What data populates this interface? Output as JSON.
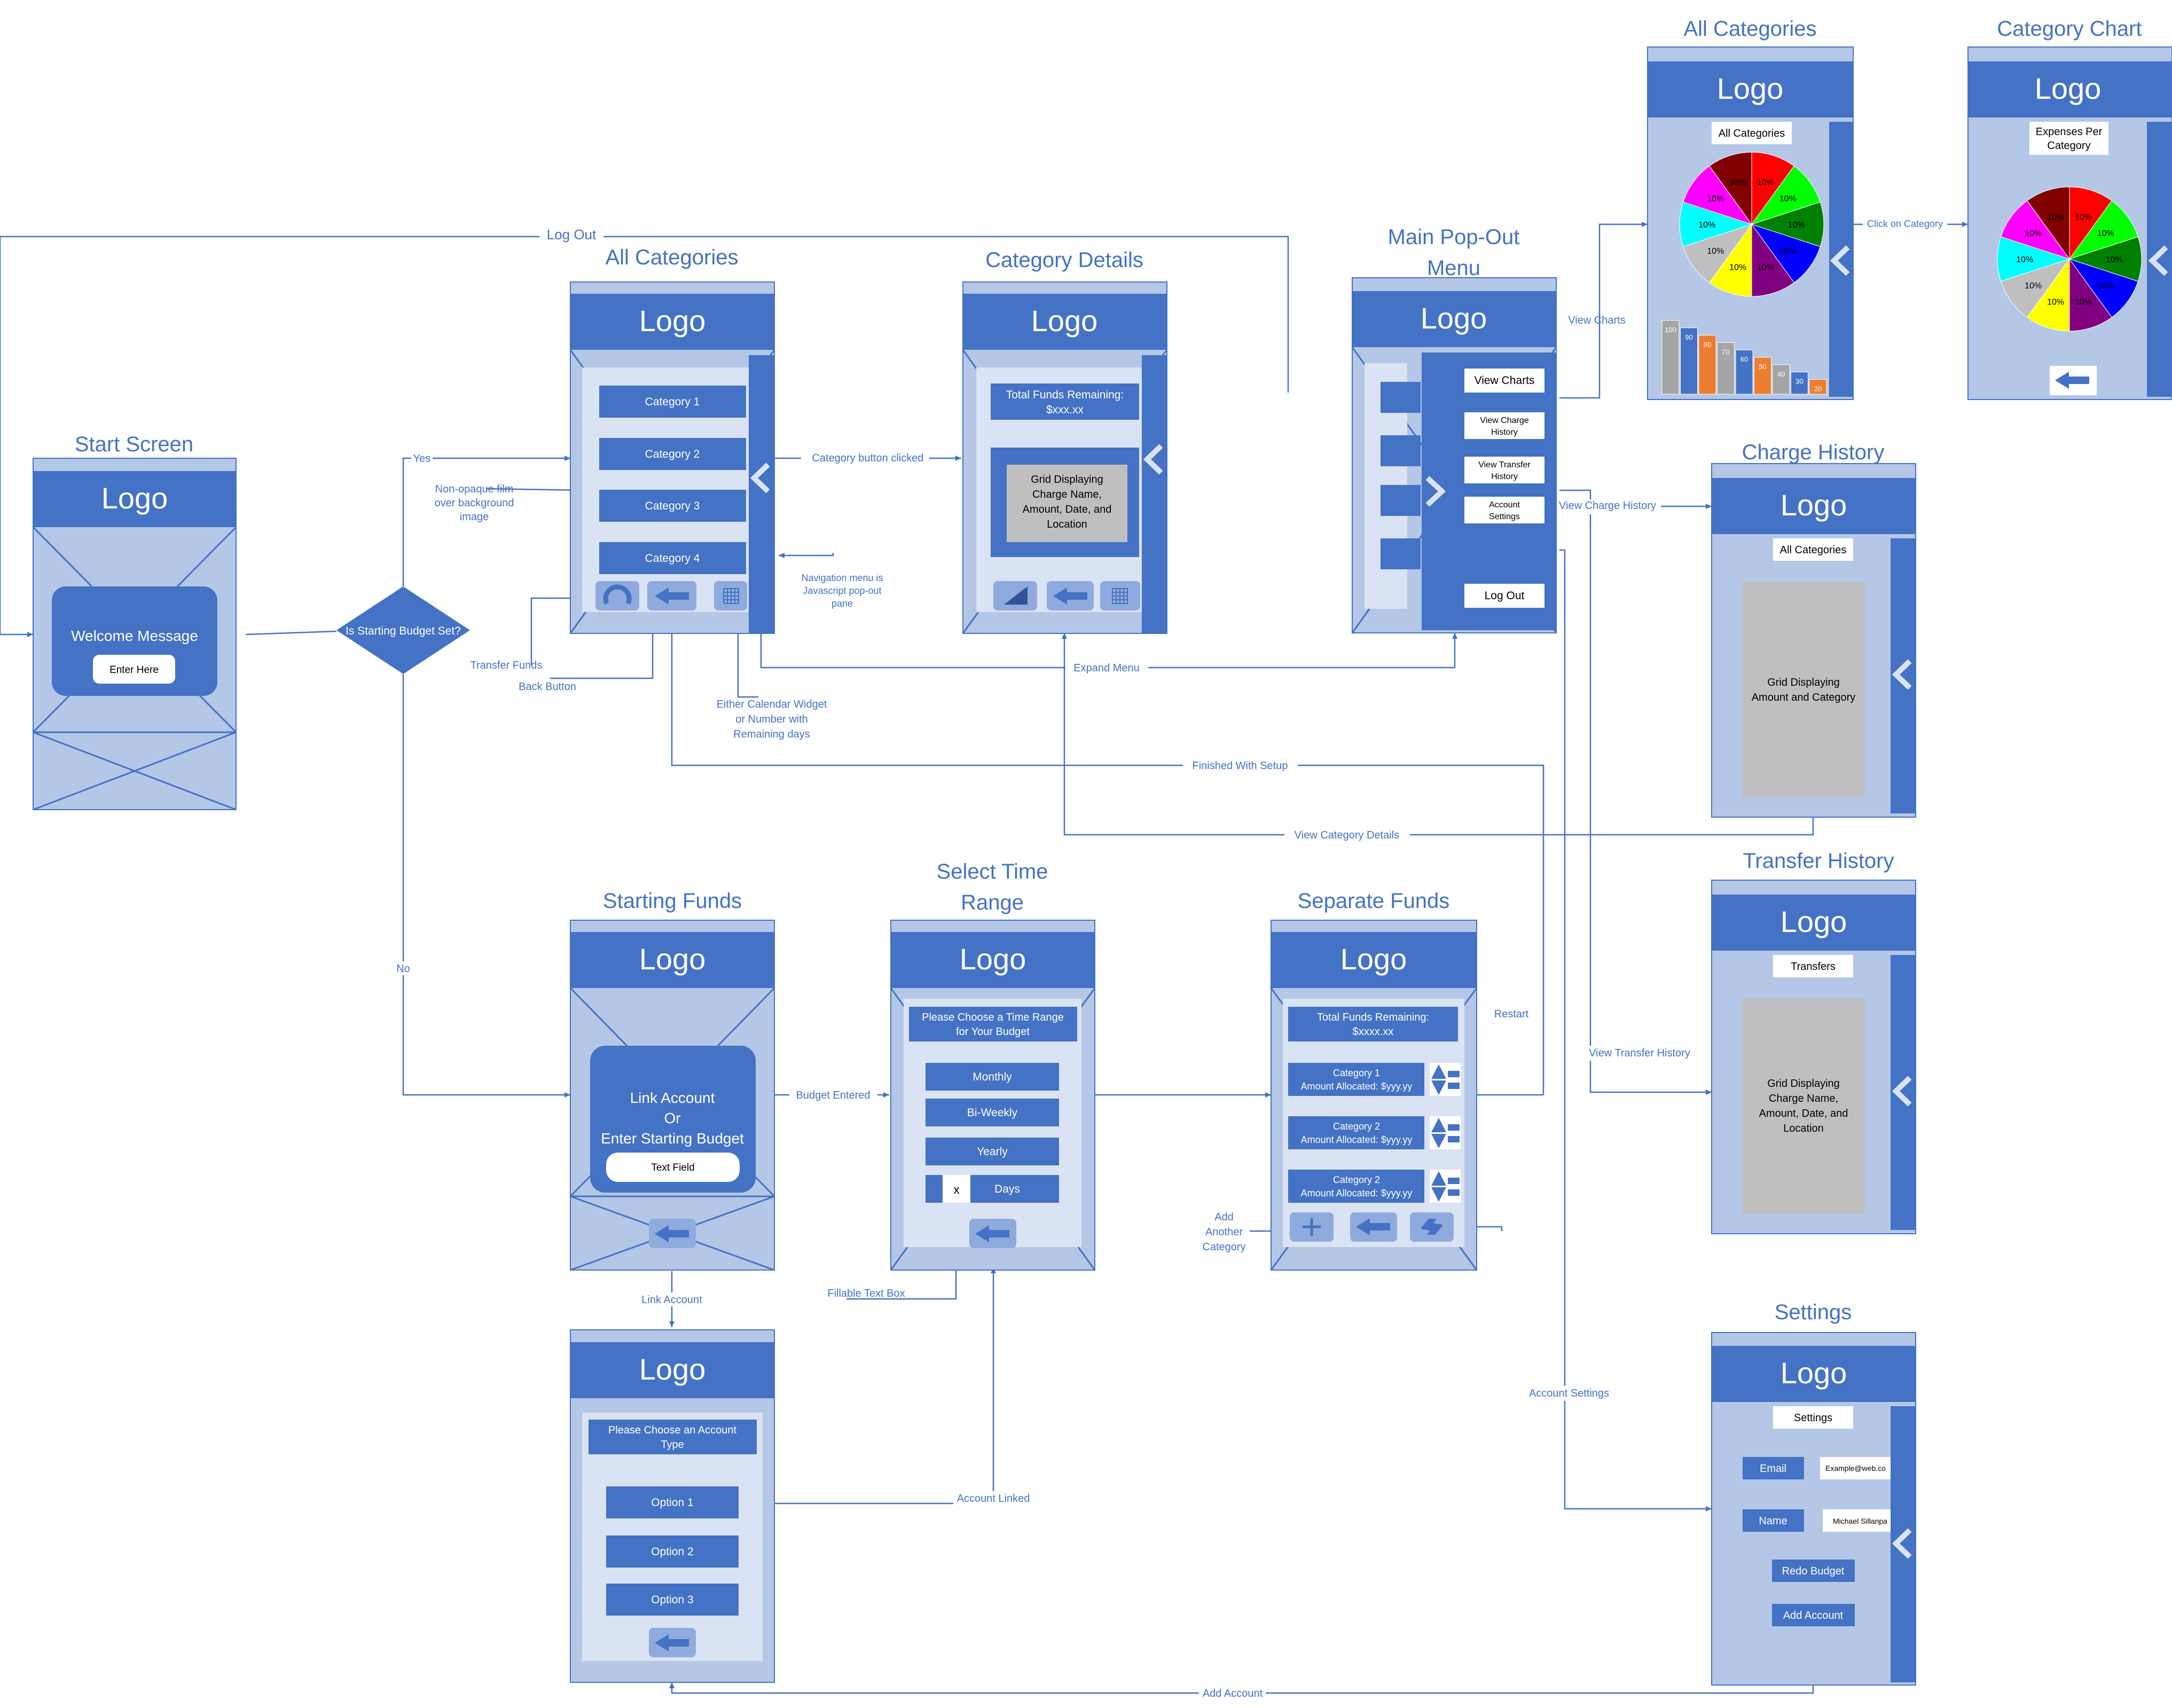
{
  "colors": {
    "frame": "#b4c7e7",
    "inner": "#dae3f3",
    "blue": "#4472c4",
    "line": "#4472c4",
    "gray": "#bfbfbf",
    "white": "#ffffff"
  },
  "titles": {
    "start": "Start Screen",
    "all_categories": "All Categories",
    "category_details": "Category Details",
    "main_menu_1": "Main Pop-Out",
    "main_menu_2": "Menu",
    "all_categories_chart": "All Categories",
    "category_chart": "Category Chart",
    "charge_history": "Charge History",
    "transfer_history": "Transfer History",
    "starting_funds": "Starting Funds",
    "time_range_1": "Select Time",
    "time_range_2": "Range",
    "separate_funds": "Separate Funds",
    "settings": "Settings"
  },
  "common": {
    "logo": "Logo"
  },
  "start": {
    "welcome": "Welcome Message",
    "enter": "Enter Here"
  },
  "decision": {
    "label": "Is Starting Budget Set?"
  },
  "all_categories": {
    "items": [
      "Category 1",
      "Category 2",
      "Category 3",
      "Category 4"
    ]
  },
  "category_details": {
    "funds_1": "Total Funds Remaining:",
    "funds_2": "$xxx.xx",
    "grid": [
      "Grid Displaying",
      "Charge Name,",
      "Amount, Date, and",
      "Location"
    ]
  },
  "main_menu": {
    "view_charts": "View Charts",
    "charge_history": [
      "View Charge",
      "History"
    ],
    "transfer_history": [
      "View Transfer",
      "History"
    ],
    "account_settings": [
      "Account",
      "Settings"
    ],
    "log_out": "Log Out"
  },
  "pie_all": {
    "header": "All Categories",
    "slice_label": "10%",
    "colors": [
      "#ff0000",
      "#00ff00",
      "#008000",
      "#0000ff",
      "#800080",
      "#ffff00",
      "#bfbfbf",
      "#00ffff",
      "#ff00ff",
      "#800000"
    ]
  },
  "pie_category": {
    "header": [
      "Expenses Per",
      "Category"
    ],
    "slice_label": "10%",
    "colors": [
      "#ff0000",
      "#00ff00",
      "#008000",
      "#0000ff",
      "#800080",
      "#ffff00",
      "#bfbfbf",
      "#00ffff",
      "#ff00ff",
      "#800000"
    ]
  },
  "bar_mini": {
    "values": [
      100,
      90,
      80,
      70,
      60,
      50,
      40,
      30,
      20
    ],
    "colors": [
      "#a5a5a5",
      "#4472c4",
      "#ed7d31",
      "#a5a5a5",
      "#4472c4",
      "#ed7d31",
      "#a5a5a5",
      "#4472c4",
      "#ed7d31"
    ]
  },
  "charge_history": {
    "header": "All Categories",
    "grid": [
      "Grid Displaying",
      "Amount and Category"
    ]
  },
  "transfer_history": {
    "header": "Transfers",
    "grid": [
      "Grid Displaying",
      "Charge Name,",
      "Amount, Date, and",
      "Location"
    ]
  },
  "starting_funds": {
    "line1": "Link Account",
    "line2": "Or",
    "line3": "Enter Starting Budget",
    "field": "Text Field"
  },
  "account_type": {
    "header_1": "Please Choose an Account",
    "header_2": "Type",
    "options": [
      "Option 1",
      "Option 2",
      "Option 3"
    ]
  },
  "time_range": {
    "header_1": "Please Choose a Time Range",
    "header_2": "for Your Budget",
    "options": [
      "Monthly",
      "Bi-Weekly",
      "Yearly"
    ],
    "x": "x",
    "days": "Days"
  },
  "separate_funds": {
    "funds_1": "Total Funds Remaining:",
    "funds_2": "$xxxx.xx",
    "cats": [
      {
        "name": "Category 1",
        "amount": "Amount Allocated: $yyy.yy"
      },
      {
        "name": "Category 2",
        "amount": "Amount Allocated: $yyy.yy"
      },
      {
        "name": "Category 2",
        "amount": "Amount Allocated: $yyy.yy"
      }
    ]
  },
  "settings": {
    "header": "Settings",
    "email_label": "Email",
    "email_value": "Example@web.co",
    "name_label": "Name",
    "name_value": "Michael Sillanpa",
    "redo": "Redo Budget",
    "add": "Add Account"
  },
  "edges": {
    "log_out": "Log Out",
    "yes": "Yes",
    "no": "No",
    "non_opaque": [
      "Non-opaque film",
      "over background",
      "image"
    ],
    "transfer_funds": "Transfer Funds",
    "back_button": "Back Button",
    "calendar": [
      "Either Calendar Widget",
      "or Number with",
      "Remaining days"
    ],
    "nav_menu": [
      "Navigation menu is",
      "Javascript pop-out",
      "pane"
    ],
    "category_clicked": "Category button clicked",
    "expand_menu": "Expand Menu",
    "finished_setup": "Finished With Setup",
    "view_category_details": "View Category Details",
    "view_charts": "View Charts",
    "click_on_category": "Click on Category",
    "view_charge_history": "View Charge History",
    "view_transfer_history": "View Transfer History",
    "account_settings": "Account Settings",
    "budget_entered": "Budget Entered",
    "link_account": "Link Account",
    "account_linked": "Account Linked",
    "fillable": "Fillable Text Box",
    "restart": "Restart",
    "add_another": [
      "Add",
      "Another",
      "Category"
    ],
    "add_account": "Add Account"
  }
}
